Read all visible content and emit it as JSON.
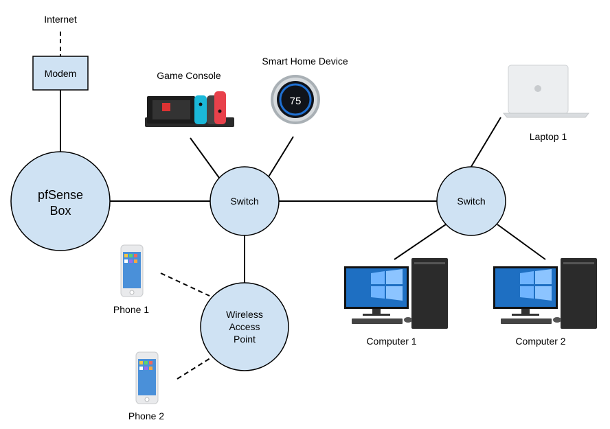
{
  "colors": {
    "node_fill": "#cfe2f3",
    "stroke": "#000000",
    "background": "#ffffff"
  },
  "labels": {
    "internet": "Internet",
    "modem": "Modem",
    "pfsense": [
      "pfSense",
      "Box"
    ],
    "switch_a": "Switch",
    "switch_b": "Switch",
    "wap": [
      "Wireless",
      "Access",
      "Point"
    ],
    "game_console": "Game Console",
    "smart_home": "Smart Home Device",
    "smart_home_temp": "75",
    "laptop": "Laptop 1",
    "computer_1": "Computer 1",
    "computer_2": "Computer 2",
    "phone_1": "Phone 1",
    "phone_2": "Phone 2"
  },
  "icons": {
    "game_console": "game-console-icon",
    "thermostat": "thermostat-icon",
    "laptop": "laptop-icon",
    "computer": "desktop-computer-icon",
    "phone": "smartphone-icon"
  }
}
